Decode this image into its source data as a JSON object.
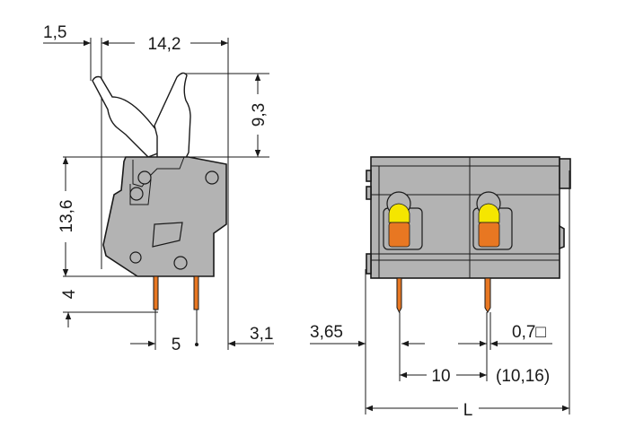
{
  "side_view": {
    "dims": {
      "lever_offset": "1,5",
      "width": "14,2",
      "lever_height": "9,3",
      "body_height": "13,6",
      "pin_length": "4",
      "pin_pitch": "5",
      "pin_to_edge": "3,1"
    }
  },
  "front_view": {
    "dims": {
      "edge_offset": "3,65",
      "pin_size": "0,7□",
      "pitch": "10",
      "pitch_alt": "(10,16)",
      "length": "L"
    }
  },
  "colors": {
    "housing": "#b3b3b3",
    "actuator_top": "#f5e600",
    "actuator_bottom": "#e87722",
    "pin": "#e87722"
  }
}
